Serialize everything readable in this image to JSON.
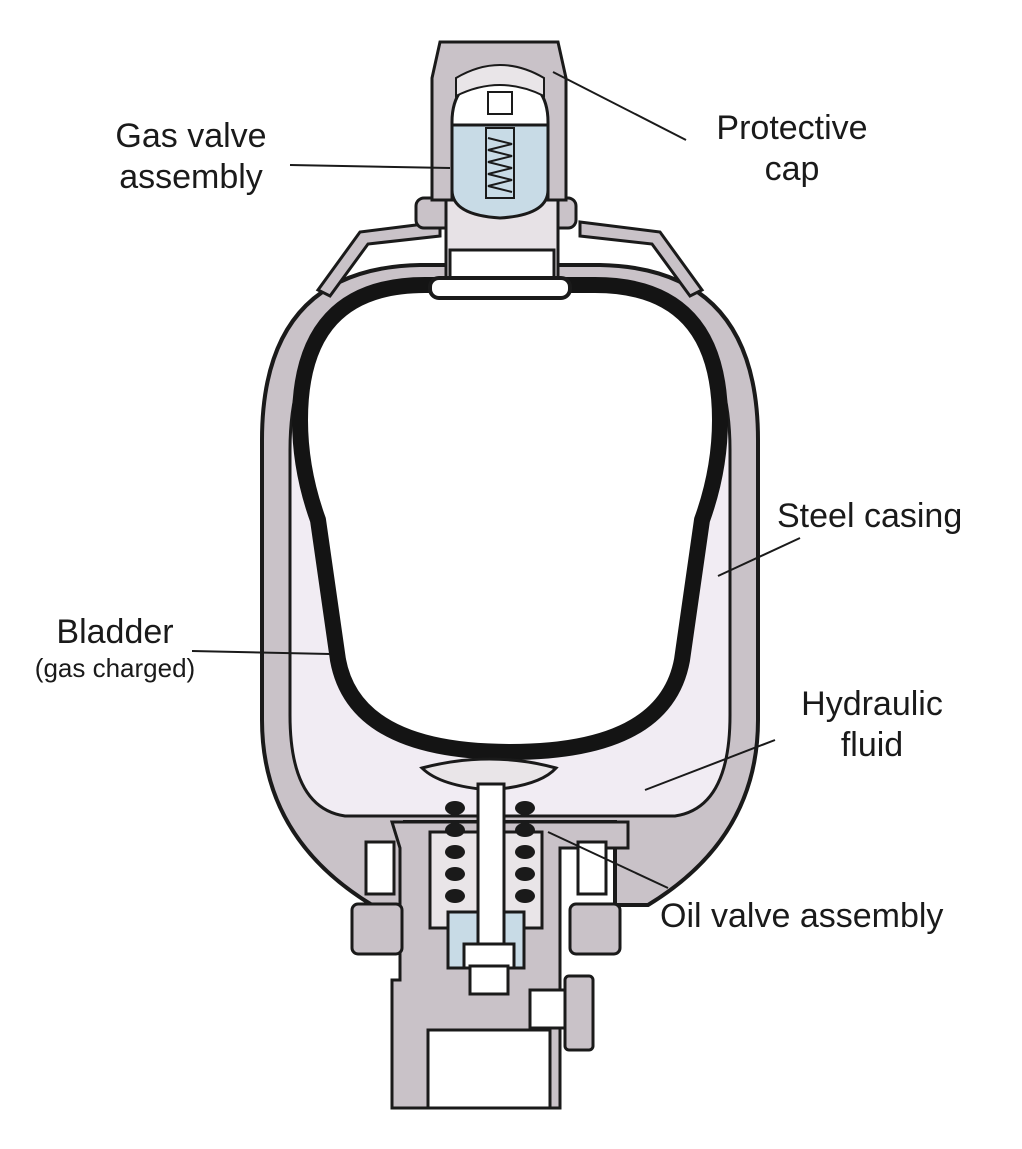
{
  "labels": {
    "gas_valve": {
      "line1": "Gas valve",
      "line2": "assembly"
    },
    "protective_cap": {
      "line1": "Protective",
      "line2": "cap"
    },
    "steel_casing": {
      "text": "Steel casing"
    },
    "bladder": {
      "line1": "Bladder",
      "line2": "(gas charged)"
    },
    "hydraulic_fluid": {
      "line1": "Hydraulic",
      "line2": "fluid"
    },
    "oil_valve": {
      "text": "Oil valve assembly"
    }
  },
  "colors": {
    "metal": "#c9c2c8",
    "fluid": "#f1ecf3",
    "valve_core": "#c8dbe6",
    "outline": "#1a1a1a",
    "bladder_wall": "#141414"
  }
}
